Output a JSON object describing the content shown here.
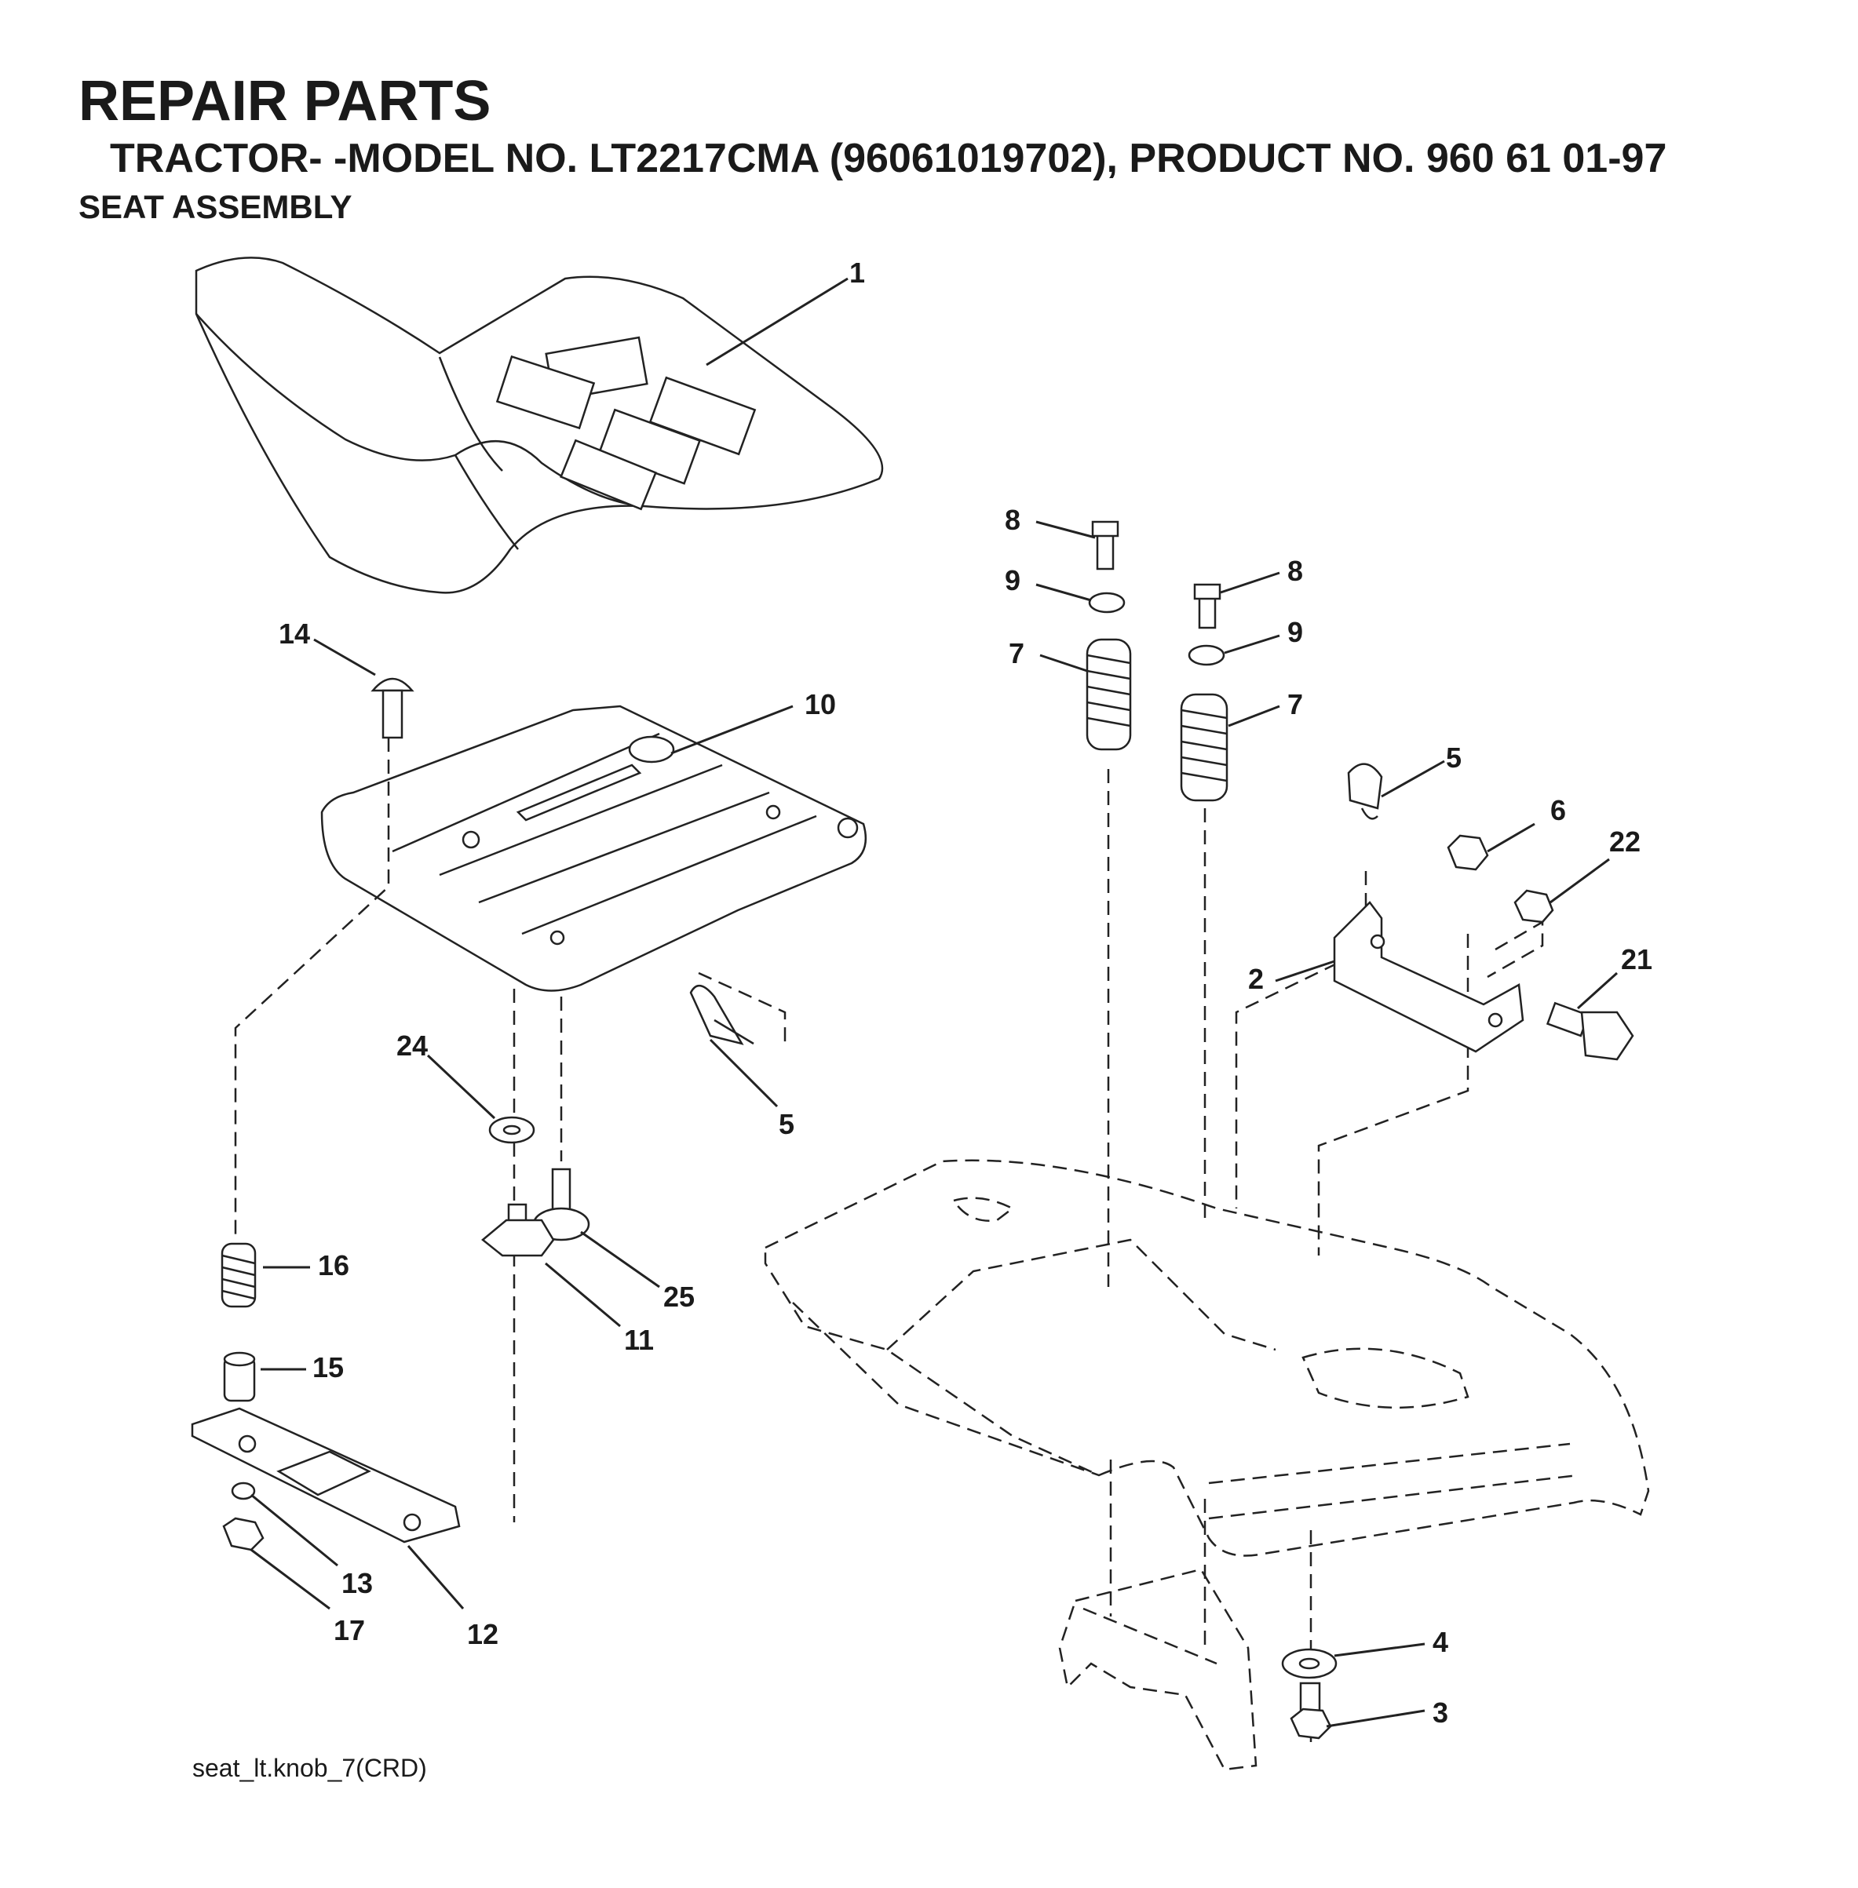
{
  "header": {
    "title": "REPAIR PARTS",
    "subtitle": "TRACTOR- -MODEL NO. LT2217CMA (96061019702), PRODUCT NO. 960 61 01-97",
    "section": "SEAT ASSEMBLY"
  },
  "callouts": [
    "1",
    "14",
    "10",
    "24",
    "5",
    "16",
    "25",
    "15",
    "11",
    "13",
    "12",
    "17",
    "8",
    "9",
    "8",
    "9",
    "7",
    "7",
    "5",
    "6",
    "22",
    "2",
    "21",
    "4",
    "3"
  ],
  "drawing_code": "seat_lt.knob_7(CRD)"
}
